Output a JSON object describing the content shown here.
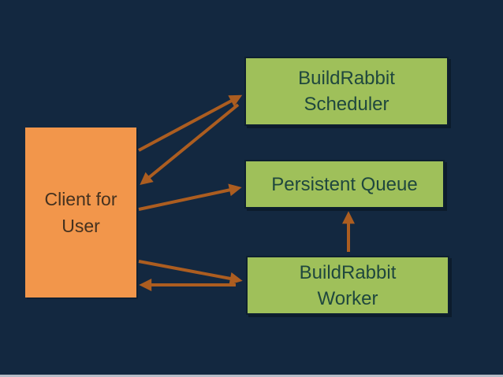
{
  "diagram": {
    "nodes": {
      "client": {
        "lines": [
          "Client for",
          "User"
        ],
        "fill": "#F2964B",
        "text_color": "#44311F"
      },
      "scheduler": {
        "lines": [
          "BuildRabbit",
          "Scheduler"
        ],
        "fill": "#9FC05A",
        "text_color": "#1F473E"
      },
      "queue": {
        "lines": [
          "Persistent Queue"
        ],
        "fill": "#9FC05A",
        "text_color": "#1F473E"
      },
      "worker": {
        "lines": [
          "BuildRabbit",
          "Worker"
        ],
        "fill": "#9FC05A",
        "text_color": "#1F473E"
      }
    },
    "edges": [
      {
        "from": "client",
        "to": "scheduler"
      },
      {
        "from": "scheduler",
        "to": "client"
      },
      {
        "from": "client",
        "to": "queue"
      },
      {
        "from": "worker",
        "to": "queue"
      },
      {
        "from": "client",
        "to": "worker"
      },
      {
        "from": "worker",
        "to": "client"
      }
    ],
    "colors": {
      "background": "#132840",
      "arrow": "#AC5D20",
      "green_box_fill": "#9FC05A",
      "green_box_border": "#0D1F30",
      "orange_box_fill": "#F2964B",
      "bottom_strip": "#B5BCC7"
    }
  }
}
